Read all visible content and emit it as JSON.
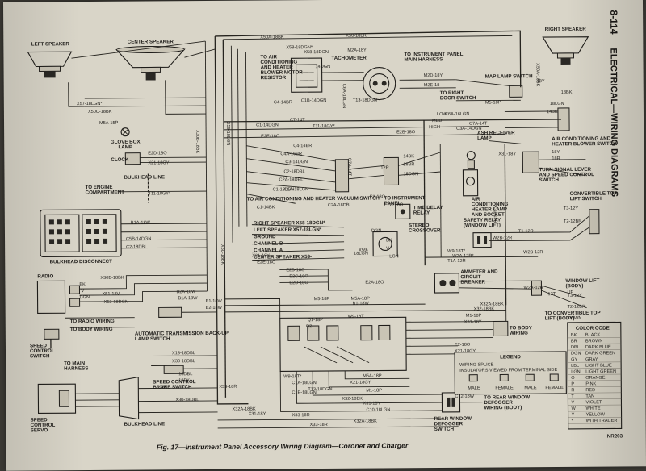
{
  "page": {
    "page_number": "8-114",
    "section_title": "ELECTRICAL—WIRING DIAGRAMS",
    "caption": "Fig. 17—Instrument Panel Accessory Wiring Diagram—Coronet and Charger",
    "figure_code": "NR203"
  },
  "components": [
    {
      "id": "left-speaker",
      "label": "LEFT SPEAKER"
    },
    {
      "id": "center-speaker",
      "label": "CENTER SPEAKER"
    },
    {
      "id": "right-speaker",
      "label": "RIGHT SPEAKER"
    },
    {
      "id": "ac-resistor",
      "label": "TO AIR CONDITIONING AND HEATER BLOWER MOTOR RESISTOR"
    },
    {
      "id": "tachometer",
      "label": "TACHOMETER"
    },
    {
      "id": "panel-harness",
      "label": "TO INSTRUMENT PANEL MAIN HARNESS"
    },
    {
      "id": "map-lamp",
      "label": "MAP LAMP SWITCH"
    },
    {
      "id": "right-door",
      "label": "TO RIGHT DOOR SWITCH"
    },
    {
      "id": "glove-box",
      "label": "GLOVE BOX LAMP"
    },
    {
      "id": "clock",
      "label": "CLOCK"
    },
    {
      "id": "bulkhead-line",
      "label": "BULKHEAD LINE"
    },
    {
      "id": "engine-comp",
      "label": "TO ENGINE COMPARTMENT"
    },
    {
      "id": "bulkhead-disconnect",
      "label": "BULKHEAD DISCONNECT"
    },
    {
      "id": "ash-receiver",
      "label": "ASH RECEIVER LAMP"
    },
    {
      "id": "ac-heater-switch",
      "label": "AIR CONDITIONING AND HEATER BLOWER SWITCH"
    },
    {
      "id": "turn-signal",
      "label": "TURN SIGNAL LEVER AND SPEED CONTROL SWITCH"
    },
    {
      "id": "vacuum-switch",
      "label": "TO AIR CONDITIONING AND HEATER VACUUM SWITCH"
    },
    {
      "id": "inst-panel",
      "label": "TO INSTRUMENT PANEL"
    },
    {
      "id": "ac-lamp",
      "label": "AIR CONDITIONING HEATER LAMP AND SOCKET"
    },
    {
      "id": "time-delay",
      "label": "TIME DELAY RELAY"
    },
    {
      "id": "stereo-crossover",
      "label": "STEREO CROSSOVER"
    },
    {
      "id": "safety-relay",
      "label": "SAFETY RELAY (WINDOW LIFT)"
    },
    {
      "id": "convertible-switch",
      "label": "CONVERTIBLE TOP LIFT SWITCH"
    },
    {
      "id": "radio",
      "label": "RADIO"
    },
    {
      "id": "ammeter",
      "label": "AMMETER AND CIRCUIT BREAKER"
    },
    {
      "id": "window-lift",
      "label": "WINDOW LIFT (BODY)"
    },
    {
      "id": "radio-wiring",
      "label": "TO RADIO WIRING"
    },
    {
      "id": "body-wiring",
      "label": "TO BODY WIRING"
    },
    {
      "id": "trans-switch",
      "label": "AUTOMATIC TRANSMISSION BACK-UP LAMP SWITCH"
    },
    {
      "id": "convertible-lift",
      "label": "TO CONVERTIBLE TOP LIFT (BODY)"
    },
    {
      "id": "body-wiring-2",
      "label": "TO BODY WIRING"
    },
    {
      "id": "main-harness",
      "label": "TO MAIN HARNESS"
    },
    {
      "id": "speed-control",
      "label": "SPEED CONTROL SWITCH"
    },
    {
      "id": "speed-brake",
      "label": "SPEED CONTROL BRAKE SWITCH"
    },
    {
      "id": "speed-servo",
      "label": "SPEED CONTROL SERVO"
    },
    {
      "id": "bulkhead-line-2",
      "label": "BULKHEAD LINE"
    },
    {
      "id": "rear-defogger-wiring",
      "label": "TO REAR WINDOW DEFOGGER WIRING (BODY)"
    },
    {
      "id": "rear-defogger-switch",
      "label": "REAR WINDOW DEFOGGER SWITCH"
    }
  ],
  "speaker_wiring": {
    "lines": [
      "RIGHT SPEAKER X58-18DGN*",
      "LEFT SPEAKER X57-18LGN*",
      "GROUND",
      "CHANNEL B",
      "CHANNEL A",
      "CENTER SPEAKER X59-"
    ]
  },
  "wire_labels": [
    {
      "t": "X50A-18BK"
    },
    {
      "t": "X50-18BK"
    },
    {
      "t": "X58-18DGN*"
    },
    {
      "t": "X58-18DGN"
    },
    {
      "t": "M2A-18Y"
    },
    {
      "t": "M2D-18Y"
    },
    {
      "t": "M2E-18"
    },
    {
      "t": "X50A-18BK"
    },
    {
      "t": "C6A-18LGN"
    },
    {
      "t": "14DGN"
    },
    {
      "t": "X57-18LGN*"
    },
    {
      "t": "X50C-18BK"
    },
    {
      "t": "M5A-15P"
    },
    {
      "t": "C4-14BR"
    },
    {
      "t": "C1B-14DGN"
    },
    {
      "t": "T13-18DGN"
    },
    {
      "t": "M5-18P"
    },
    {
      "t": "18Y"
    },
    {
      "t": "18LGN"
    },
    {
      "t": "14BK"
    },
    {
      "t": "18BK"
    },
    {
      "t": "LOW"
    },
    {
      "t": "C6A-16LGN"
    },
    {
      "t": "MED"
    },
    {
      "t": "C7A-14T"
    },
    {
      "t": "HIGH"
    },
    {
      "t": "C3A-14DGN"
    },
    {
      "t": "C1-14DGN"
    },
    {
      "t": "C7-14T"
    },
    {
      "t": "T11-18GY*"
    },
    {
      "t": "E2E-18O"
    },
    {
      "t": "E2B-18O"
    },
    {
      "t": "X30B-18BK"
    },
    {
      "t": "X59-18LGN"
    },
    {
      "t": "E2D-18O"
    },
    {
      "t": "X21-18GY"
    },
    {
      "t": "T11-18GY*"
    },
    {
      "t": "C4-14BR"
    },
    {
      "t": "C4A-16BR"
    },
    {
      "t": "C3-14DGN"
    },
    {
      "t": "C2-18DBL"
    },
    {
      "t": "C2A-18DBL"
    },
    {
      "t": "C1-18LGN"
    },
    {
      "t": "C1A-18LGN"
    },
    {
      "t": "14BK"
    },
    {
      "t": "18BR"
    },
    {
      "t": "18DGN"
    },
    {
      "t": "C7A-14T"
    },
    {
      "t": "E2-18O"
    },
    {
      "t": "E2C-18O"
    },
    {
      "t": "X31-18Y"
    },
    {
      "t": "12R"
    },
    {
      "t": "18Y"
    },
    {
      "t": "18R"
    },
    {
      "t": "C1-14BK"
    },
    {
      "t": "C2A-18DBL"
    },
    {
      "t": "B1A-18W"
    },
    {
      "t": "C5B-14DGN"
    },
    {
      "t": "C2-18DBL"
    },
    {
      "t": "X33-18R"
    },
    {
      "t": "T1-12R"
    },
    {
      "t": "T1A-12R"
    },
    {
      "t": "W2B-12R"
    },
    {
      "t": "T3-12Y"
    },
    {
      "t": "T2-12BR"
    },
    {
      "t": "X50-18BK"
    },
    {
      "t": "X31-18Y"
    },
    {
      "t": "E2E-18O"
    },
    {
      "t": "18LGN"
    },
    {
      "t": "X59-"
    },
    {
      "t": "DGN"
    },
    {
      "t": "BK"
    },
    {
      "t": "V"
    },
    {
      "t": "LGN"
    },
    {
      "t": "W9-18T*"
    },
    {
      "t": "W2A-12R*"
    },
    {
      "t": "W2B-12R"
    },
    {
      "t": "E2B-18O"
    },
    {
      "t": "E2C-18O"
    },
    {
      "t": "E2D-18O"
    },
    {
      "t": "E2A-18O"
    },
    {
      "t": "X30B-18BK"
    },
    {
      "t": "X51-18V"
    },
    {
      "t": "X52-18DGN"
    },
    {
      "t": "BK"
    },
    {
      "t": "V"
    },
    {
      "t": "DGN"
    },
    {
      "t": "B2A-18W"
    },
    {
      "t": "B1A-18W"
    },
    {
      "t": "B1-18W"
    },
    {
      "t": "B2-18W"
    },
    {
      "t": "M5-18P"
    },
    {
      "t": "M5A-18P"
    },
    {
      "t": "B1-18W"
    },
    {
      "t": "W9-18T"
    },
    {
      "t": "X32A-18BK"
    },
    {
      "t": "X32-18BK"
    },
    {
      "t": "M1-18P"
    },
    {
      "t": "X31-18Y"
    },
    {
      "t": "E2-18O"
    },
    {
      "t": "X21-18GY"
    },
    {
      "t": "W2A-12R"
    },
    {
      "t": "T3-12Y"
    },
    {
      "t": "T2-12BR"
    },
    {
      "t": "12T"
    },
    {
      "t": "UP"
    },
    {
      "t": "DOWN"
    },
    {
      "t": "X13-18DBL"
    },
    {
      "t": "X30-18DBL"
    },
    {
      "t": "18DBL"
    },
    {
      "t": "18BK"
    },
    {
      "t": "18R"
    },
    {
      "t": "X30-18DBL"
    },
    {
      "t": "X33-18R"
    },
    {
      "t": "X32A-18BK"
    },
    {
      "t": "X31-18Y"
    },
    {
      "t": "X33-18R"
    },
    {
      "t": "X32A-18BK"
    },
    {
      "t": "C10-18LGN"
    },
    {
      "t": "C12-18W"
    },
    {
      "t": "W9-18T*"
    },
    {
      "t": "C1A-18LGN"
    },
    {
      "t": "M5A-18P"
    },
    {
      "t": "X21-18GY"
    },
    {
      "t": "M1-18P"
    },
    {
      "t": "X32-18BK"
    },
    {
      "t": "X31-18Y"
    },
    {
      "t": "T13-18DGN"
    },
    {
      "t": "X33-18R"
    },
    {
      "t": "C1B-18LGN"
    },
    {
      "t": "Q1-18P"
    },
    {
      "t": "Q2"
    }
  ],
  "legend": {
    "title": "LEGEND",
    "items": [
      "WIRING SPLICE",
      "INSULATORS VIEWED FROM TERMINAL SIDE",
      "MALE",
      "FEMALE",
      "MALE",
      "FEMALE"
    ]
  },
  "color_code": {
    "title": "COLOR CODE",
    "rows": [
      [
        "BK",
        "BLACK"
      ],
      [
        "BR",
        "BROWN"
      ],
      [
        "DBL",
        "DARK BLUE"
      ],
      [
        "DGN",
        "DARK GREEN"
      ],
      [
        "GY",
        "GRAY"
      ],
      [
        "LBL",
        "LIGHT BLUE"
      ],
      [
        "LGN",
        "LIGHT GREEN"
      ],
      [
        "O",
        "ORANGE"
      ],
      [
        "P",
        "PINK"
      ],
      [
        "R",
        "RED"
      ],
      [
        "T",
        "TAN"
      ],
      [
        "V",
        "VIOLET"
      ],
      [
        "W",
        "WHITE"
      ],
      [
        "Y",
        "YELLOW"
      ],
      [
        "*",
        "WITH TRACER"
      ]
    ]
  }
}
